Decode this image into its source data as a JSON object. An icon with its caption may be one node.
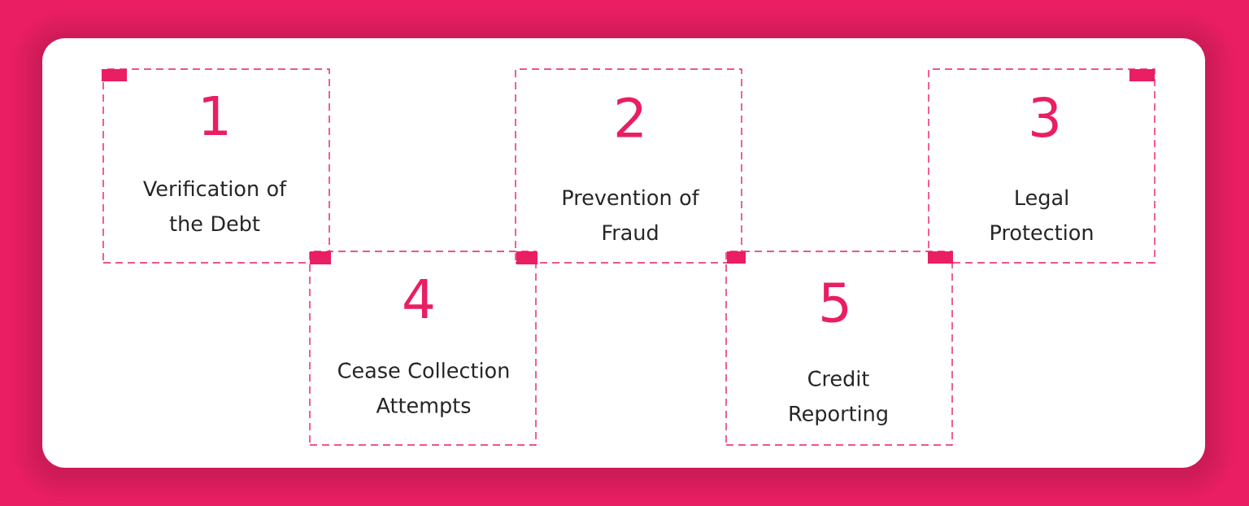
{
  "diagram": {
    "nodes": [
      {
        "text": [
          "1",
          "Verification of the Debt"
        ]
      },
      {
        "text": [
          "2",
          "Prevention of Fraud"
        ]
      },
      {
        "text": [
          "3",
          "Legal Protection"
        ]
      },
      {
        "text": [
          "4",
          "Cease Collection Attempts"
        ]
      },
      {
        "text": [
          "5",
          "Credit Reporting"
        ]
      }
    ]
  }
}
